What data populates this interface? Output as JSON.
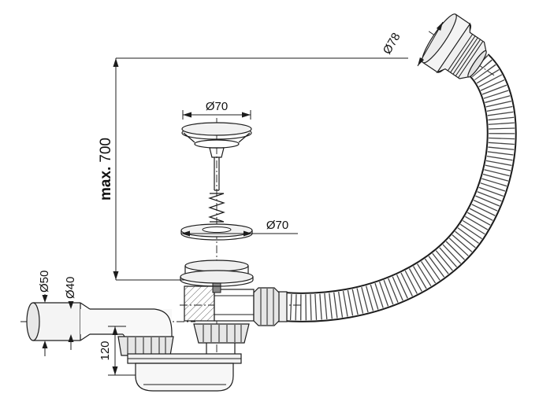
{
  "diagram": {
    "background": "#ffffff",
    "line_color": "#1c1c1c",
    "dimensions": {
      "max_height_prefix": "max.",
      "max_height_value": "700",
      "trap_depth": "120",
      "plug_diameter": "Ø70",
      "flange_diameter": "Ø70",
      "overflow_cap_diameter": "Ø78",
      "outlet_outer_diameter": "Ø50",
      "outlet_inner_diameter": "Ø40"
    }
  }
}
